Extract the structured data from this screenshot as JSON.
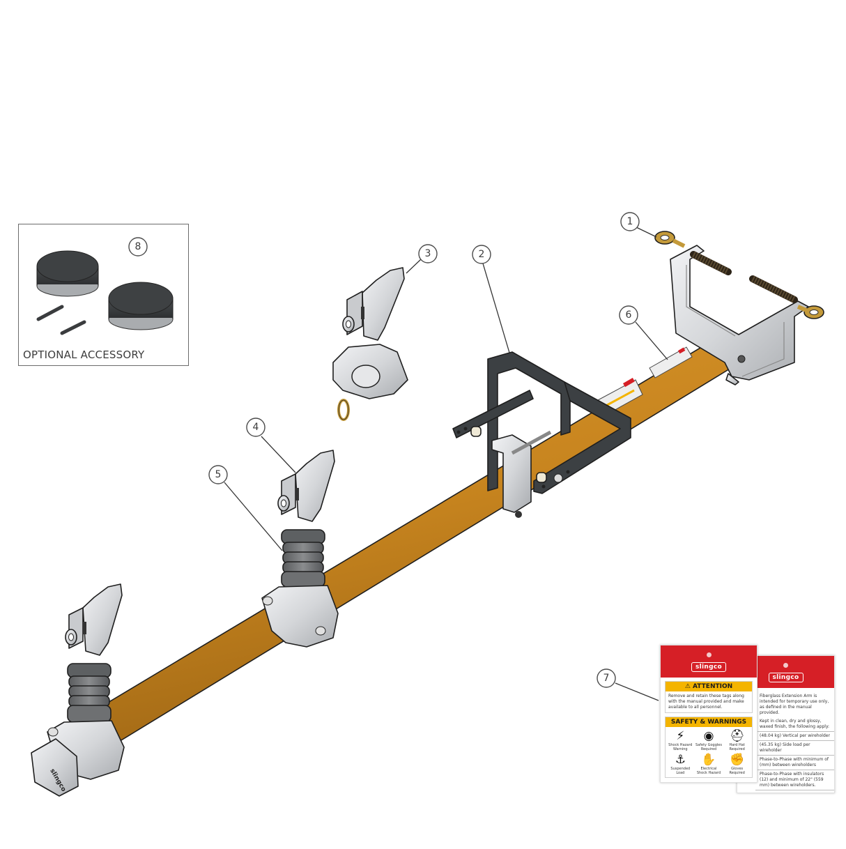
{
  "diagram": {
    "type": "exploded-parts-diagram",
    "subject": "fiberglass extension arm assembly",
    "colors": {
      "pipe": "#c8851f",
      "pipe_shadow": "#9c6514",
      "aluminum": "#d4d6d9",
      "rubber": "#3a3d3f",
      "insulator": "#6e7072",
      "brass": "#c49a3a",
      "tag_red": "#d61f26",
      "tag_yellow": "#f4b400"
    },
    "callouts": [
      {
        "id": "1",
        "label": "1",
        "part": "eye bolt"
      },
      {
        "id": "2",
        "label": "2",
        "part": "support bracket"
      },
      {
        "id": "3",
        "label": "3",
        "part": "wireholder clamp"
      },
      {
        "id": "4",
        "label": "4",
        "part": "wireholder"
      },
      {
        "id": "5",
        "label": "5",
        "part": "insulator"
      },
      {
        "id": "6",
        "label": "6",
        "part": "fiberglass arm"
      },
      {
        "id": "7",
        "label": "7",
        "part": "warning tags"
      },
      {
        "id": "8",
        "label": "8",
        "part": "rubber pads and pins"
      }
    ]
  },
  "accessory": {
    "label": "OPTIONAL ACCESSORY",
    "callout": "8"
  },
  "tags": {
    "front": {
      "brand": "slingco",
      "attention_title": "⚠ ATTENTION",
      "attention_text": "Remove and retain these tags along with the manual provided and make available to all personnel.",
      "safety_title": "SAFETY & WARNINGS",
      "icons": [
        {
          "name": "shock-hazard-warning",
          "glyph": "⚡",
          "caption": "Shock Hazard Warning"
        },
        {
          "name": "safety-goggles-required",
          "glyph": "◉",
          "caption": "Safety Goggles Required"
        },
        {
          "name": "hard-hat-required",
          "glyph": "⛑",
          "caption": "Hard Hat Required"
        },
        {
          "name": "suspended-load",
          "glyph": "⚓",
          "caption": "Suspended Load"
        },
        {
          "name": "electrical-shock-hazard",
          "glyph": "✋",
          "caption": "Electrical Shock Hazard"
        },
        {
          "name": "gloves-required",
          "glyph": "✊",
          "caption": "Gloves Required"
        }
      ]
    },
    "back": {
      "brand": "slingco",
      "lines": [
        "Fiberglass Extension Arm is intended for temporary use only, as defined in the manual provided.",
        "Kept in clean, dry and glossy, waxed finish, the following apply:",
        "(48.04 kg) Vertical per wireholder",
        "(45.35 kg) Side load per wireholder",
        "Phase-to-Phase with minimum of (mm) between wireholders",
        "Phase-to-Phase with insulators (12) and minimum of 22\" (559 mm) between wireholders."
      ]
    }
  }
}
